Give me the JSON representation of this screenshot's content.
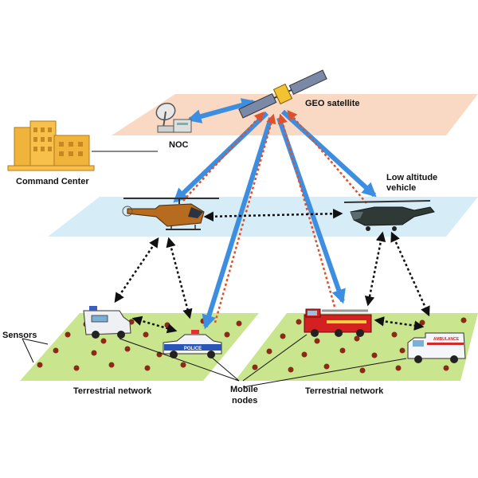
{
  "labels": {
    "geo_satellite": "GEO satellite",
    "noc": "NOC",
    "command_center": "Command Center",
    "low_altitude_vehicle_line1": "Low  altitude",
    "low_altitude_vehicle_line2": "vehicle",
    "sensors": "Sensors",
    "terrestrial_network_left": "Terrestrial network",
    "terrestrial_network_right": "Terrestrial network",
    "mobile_nodes_line1": "Mobile",
    "mobile_nodes_line2": "nodes",
    "police_badge": "POLICE",
    "ambulance_badge": "AMBULANCE"
  },
  "colors": {
    "space_plane": "#f9d9c4",
    "air_plane": "#d6ecf6",
    "ground_plane": "#c9e58d",
    "sensor_dot": "#8b2a16",
    "satellite_link": "#3d8ee0",
    "downlink_dotted": "#e0502a",
    "mesh_link": "#111111",
    "building": "#f0b43c"
  }
}
